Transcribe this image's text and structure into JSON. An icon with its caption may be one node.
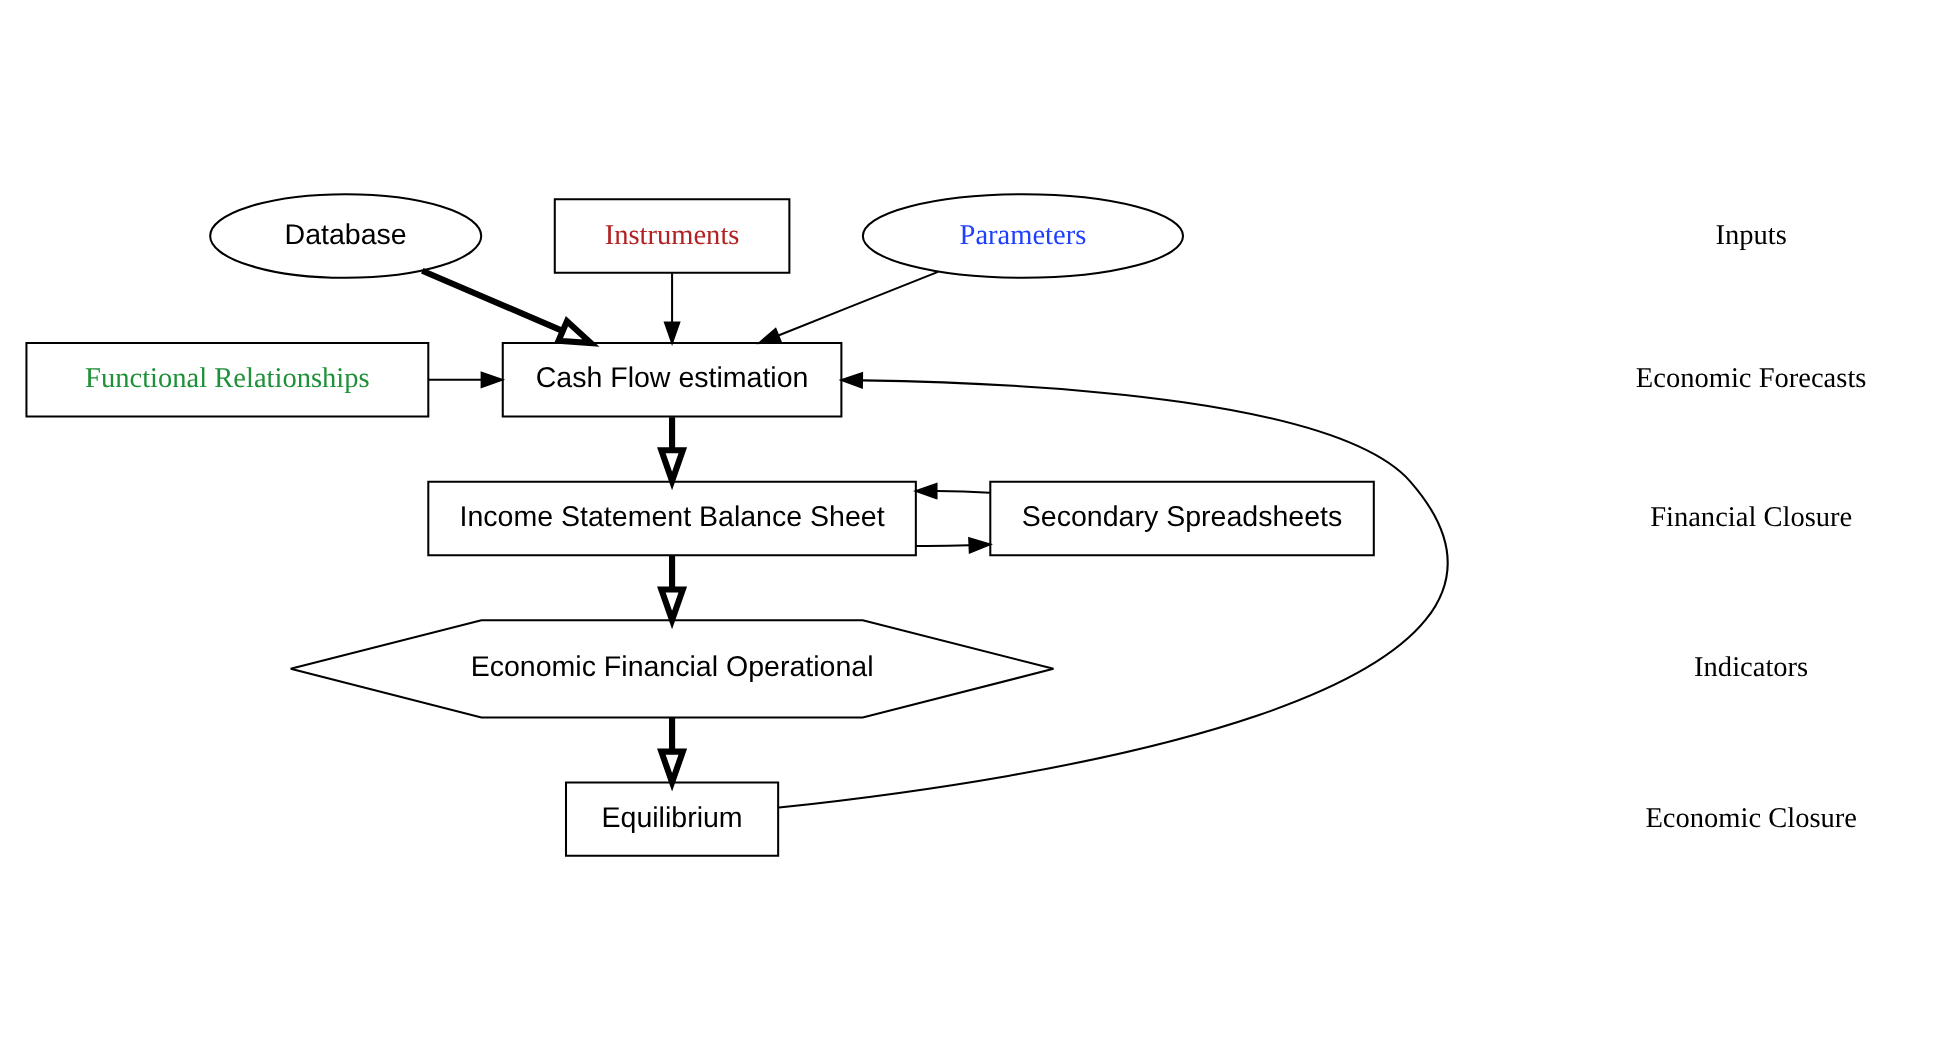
{
  "diagram": {
    "nodes": [
      {
        "text": [
          "Database"
        ]
      },
      {
        "text": [
          "Instruments"
        ]
      },
      {
        "text": [
          "Parameters"
        ]
      },
      {
        "text": [
          "Cash Flow estimation"
        ]
      },
      {
        "text": [
          "Functional Relationships"
        ]
      },
      {
        "text": [
          "Income Statement Balance Sheet"
        ]
      },
      {
        "text": [
          "Secondary Spreadsheets"
        ]
      },
      {
        "text": [
          "Economic Financial Operational"
        ]
      },
      {
        "text": [
          "Equilibrium"
        ]
      }
    ],
    "edges": [
      {
        "from": 0,
        "to": 3,
        "arrow": "to",
        "style": "thick"
      },
      {
        "from": 1,
        "to": 3,
        "arrow": "to"
      },
      {
        "from": 2,
        "to": 3,
        "arrow": "to"
      },
      {
        "from": 4,
        "to": 3,
        "arrow": "to"
      },
      {
        "from": 3,
        "to": 5,
        "arrow": "to",
        "style": "thick"
      },
      {
        "from": 5,
        "to": 6,
        "arrow": "to"
      },
      {
        "from": 6,
        "to": 5,
        "arrow": "to"
      },
      {
        "from": 5,
        "to": 7,
        "arrow": "to",
        "style": "thick"
      },
      {
        "from": 7,
        "to": 8,
        "arrow": "to",
        "style": "thick"
      },
      {
        "from": 8,
        "to": 3,
        "arrow": "to"
      }
    ],
    "labels": [
      "Inputs",
      "Economic Forecasts",
      "Financial Closure",
      "Indicators",
      "Economic Closure"
    ]
  }
}
